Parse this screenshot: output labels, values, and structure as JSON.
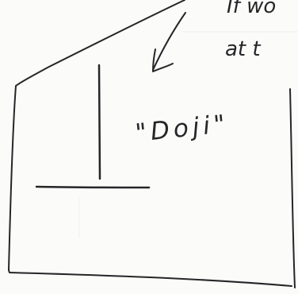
{
  "note_top_fragment": "If wo",
  "note_second_fragment": "at t",
  "label": "\"Doji\"",
  "colors": {
    "ink": "#262629",
    "paper": "#fbfbfa"
  }
}
